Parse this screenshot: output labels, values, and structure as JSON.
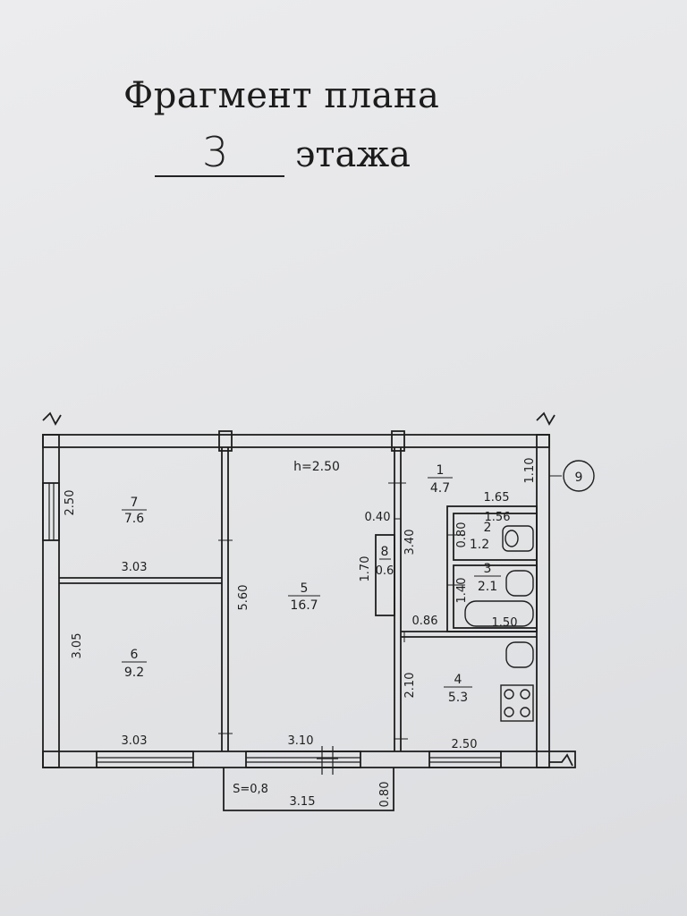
{
  "title": {
    "line1": "Фрагмент плана",
    "floor_number": "3",
    "floor_word": "этажа"
  },
  "ceiling_height": "h=2.50",
  "axis_marker": "9",
  "rooms": [
    {
      "id": "1",
      "area": "4.7"
    },
    {
      "id": "2",
      "area": "1.2"
    },
    {
      "id": "3",
      "area": "2.1"
    },
    {
      "id": "4",
      "area": "5.3"
    },
    {
      "id": "5",
      "area": "16.7"
    },
    {
      "id": "6",
      "area": "9.2"
    },
    {
      "id": "7",
      "area": "7.6"
    },
    {
      "id": "8",
      "area": "0.6"
    }
  ],
  "dimensions": {
    "room7_height": "2.50",
    "room7_width": "3.03",
    "room6_height": "3.05",
    "room6_width": "3.03",
    "room5_height": "5.60",
    "room5_width": "3.10",
    "closet_width": "0.40",
    "closet_height": "1.70",
    "corridor_length": "3.40",
    "room1_width": "1.65",
    "room1_height": "1.10",
    "wc_width": "1.56",
    "wc_height": "0.80",
    "bath_height": "1.40",
    "bath_width": "1.50",
    "door_width": "0.86",
    "kitchen_height": "2.10",
    "kitchen_width": "2.50",
    "balcony_area": "S=0,8",
    "balcony_width": "3.15",
    "balcony_depth": "0.80"
  },
  "colors": {
    "ink": "#1e1e1e",
    "paper": "#e6e7e9"
  }
}
